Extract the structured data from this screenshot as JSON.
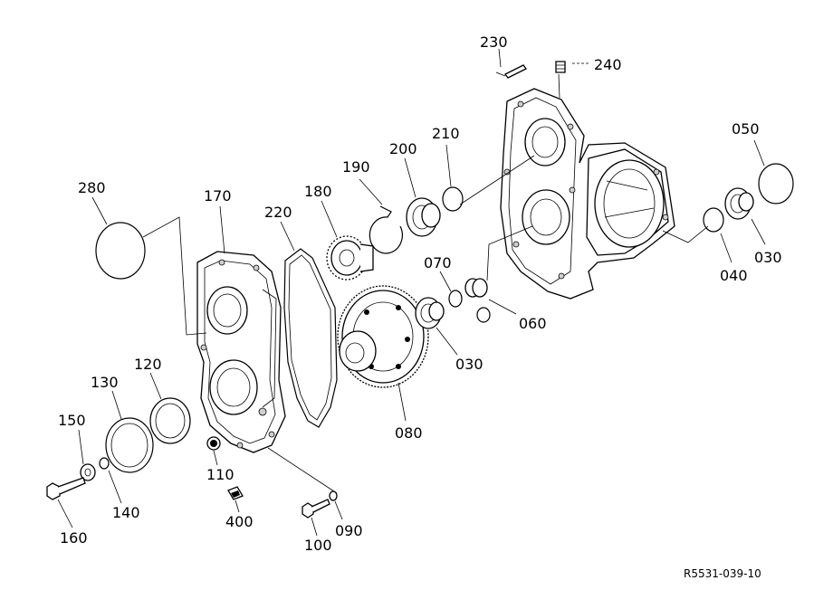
{
  "diagram": {
    "reference_code": "R5531-039-10",
    "part_numbers": {
      "p230": "230",
      "p240": "240",
      "p050": "050",
      "p210": "210",
      "p200": "200",
      "p190": "190",
      "p180": "180",
      "p220": "220",
      "p280": "280",
      "p170": "170",
      "p070": "070",
      "p060": "060",
      "p030a": "030",
      "p030b": "030",
      "p040": "040",
      "p080": "080",
      "p120": "120",
      "p130": "130",
      "p150": "150",
      "p140": "140",
      "p160": "160",
      "p110": "110",
      "p400": "400",
      "p100": "100",
      "p090": "090"
    }
  }
}
